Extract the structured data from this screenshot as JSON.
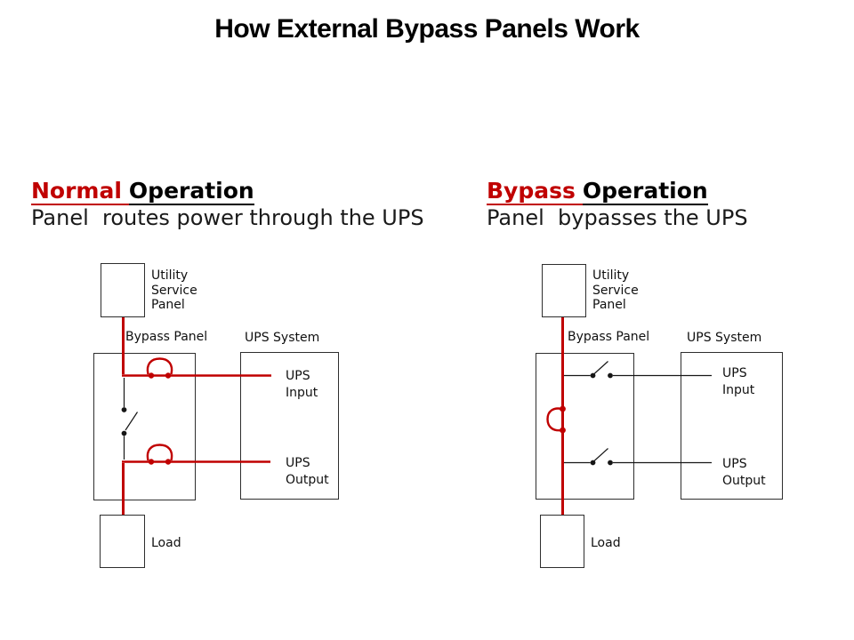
{
  "title": "How External Bypass Panels Work",
  "colors": {
    "accent_red": "#c00000",
    "wire_black": "#161616",
    "box_border": "#2e2e2e",
    "text": "#111111"
  },
  "diagrams": [
    {
      "id": "normal-operation",
      "heading_highlight": "Normal",
      "heading_rest": "Operation",
      "subtitle": "Panel  routes power through the UPS",
      "labels": {
        "utility_lines": [
          "Utility",
          "Service",
          "Panel"
        ],
        "bypass_panel": "Bypass Panel",
        "ups_system": "UPS System",
        "ups_input_lines": [
          "UPS",
          "Input"
        ],
        "ups_output_lines": [
          "UPS",
          "Output"
        ],
        "load": "Load"
      }
    },
    {
      "id": "bypass-operation",
      "heading_highlight": "Bypass",
      "heading_rest": "Operation",
      "subtitle": "Panel  bypasses the UPS",
      "labels": {
        "utility_lines": [
          "Utility",
          "Service",
          "Panel"
        ],
        "bypass_panel": "Bypass Panel",
        "ups_system": "UPS System",
        "ups_input_lines": [
          "UPS",
          "Input"
        ],
        "ups_output_lines": [
          "UPS",
          "Output"
        ],
        "load": "Load"
      }
    }
  ]
}
